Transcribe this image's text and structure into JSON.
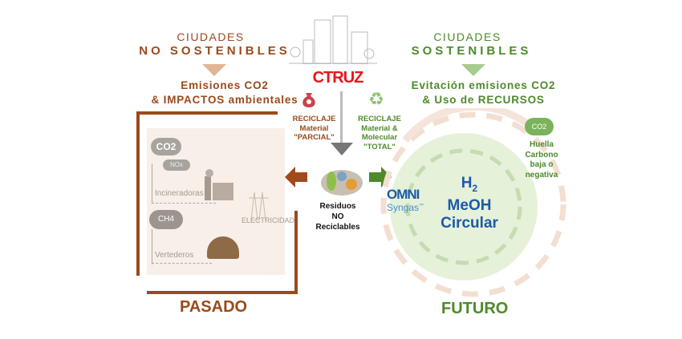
{
  "left": {
    "title1": "CIUDADES",
    "title2": "NO SOSTENIBLES",
    "sub1": "Emisiones CO2",
    "sub2": "& IMPACTOS ambientales",
    "panel": {
      "co2": "CO2",
      "nox": "NOx",
      "incin": "Incineradoras",
      "ch4": "CH4",
      "vert": "Vertederos",
      "elec": "ELECTRICIDAD"
    },
    "footer": "PASADO"
  },
  "center": {
    "brand": "CTRUZ",
    "partial": [
      "RECICLAJE",
      "Material",
      "\"PARCIAL\""
    ],
    "total": [
      "RECICLAJE",
      "Material &",
      "Molecular",
      "\"TOTAL\""
    ],
    "waste": [
      "Residuos",
      "NO",
      "Reciclables"
    ]
  },
  "right": {
    "title1": "CIUDADES",
    "title2": "SOSTENIBLES",
    "sub1": "Evitación emisiones CO2",
    "sub2": "& Uso de RECURSOS",
    "omni": "OMNI",
    "syngas": "Syngas",
    "tm": "™",
    "h2": "H",
    "h2sub": "2",
    "meoh": "MeOH",
    "circular": "Circular",
    "co2icon": "CO2",
    "huella": [
      "Huella",
      "Carbono",
      "baja o",
      "negativa"
    ],
    "footer": "FUTURO"
  },
  "colors": {
    "brown": "#9a4a1c",
    "green": "#4c8a2a",
    "red": "#e8141b",
    "blue": "#1c5aa8"
  }
}
